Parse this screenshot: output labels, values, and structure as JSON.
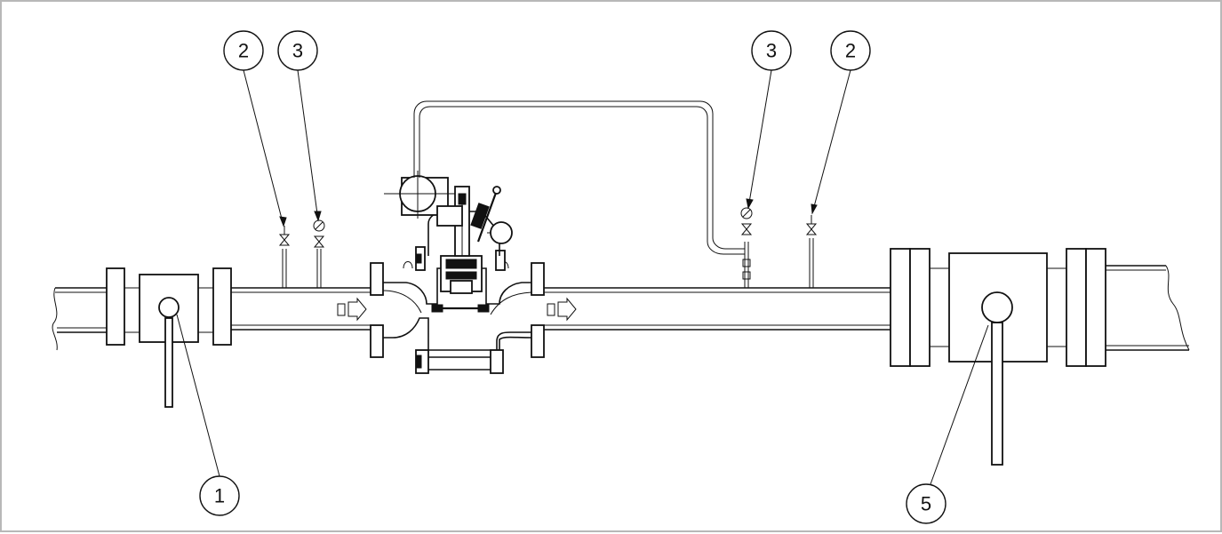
{
  "callouts": {
    "c1": "1",
    "c2_left": "2",
    "c3_left": "3",
    "c3_right": "3",
    "c2_right": "2",
    "c5": "5"
  },
  "components": [
    {
      "id": "inlet-ball-valve",
      "callout": "1"
    },
    {
      "id": "vent-valve",
      "callout": "2"
    },
    {
      "id": "pressure-gauge-with-valve",
      "callout": "3"
    },
    {
      "id": "outlet-ball-valve",
      "callout": "5"
    }
  ],
  "flow_direction": "left-to-right",
  "colors": {
    "line": "#111111",
    "frame": "#b8b8b8",
    "background": "#ffffff"
  }
}
